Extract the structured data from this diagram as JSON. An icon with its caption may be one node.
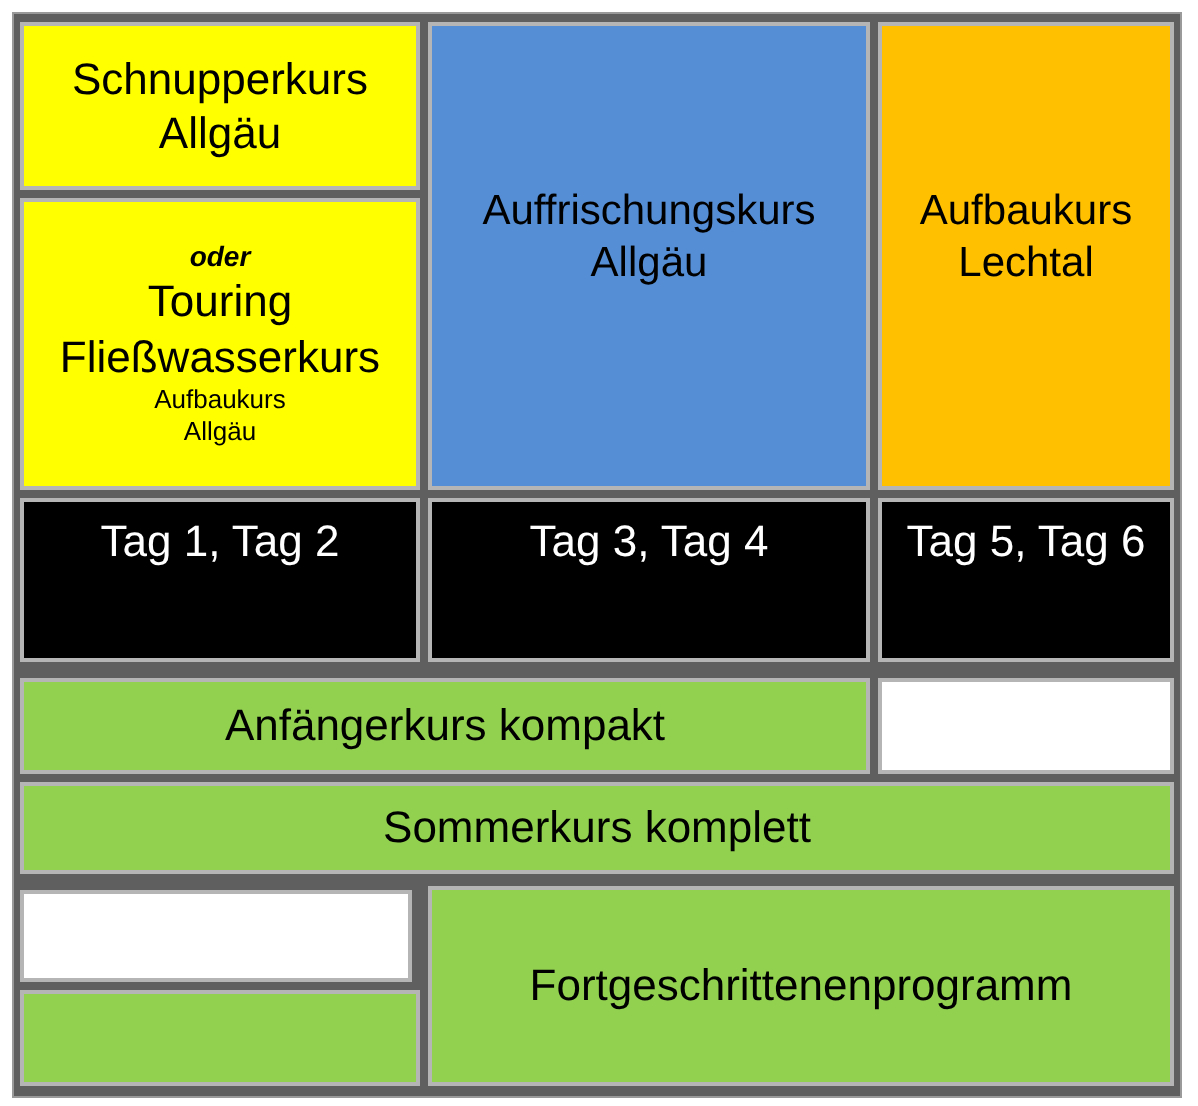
{
  "diagram": {
    "nodes": [
      {
        "text": [
          "Schnupperkurs Allgäu"
        ]
      },
      {
        "text": [
          "Auffrischungskurs Allgäu"
        ]
      },
      {
        "text": [
          "Aufbaukurs Lechtal"
        ]
      },
      {
        "text": [
          "oder",
          "Touring Fließwasserkurs",
          "Aufbaukurs Allgäu"
        ]
      },
      {
        "text": [
          "Tag 1, Tag 2"
        ]
      },
      {
        "text": [
          "Tag 3, Tag 4"
        ]
      },
      {
        "text": [
          "Tag 5, Tag 6"
        ]
      },
      {
        "text": [
          "Anfängerkurs kompakt"
        ]
      },
      {
        "text": [],
        "shape": "box"
      },
      {
        "text": [
          "Sommerkurs komplett"
        ]
      },
      {
        "text": [],
        "shape": "box"
      },
      {
        "text": [
          "Fortgeschrittenenprogramm"
        ]
      },
      {
        "text": [],
        "shape": "box"
      }
    ]
  }
}
